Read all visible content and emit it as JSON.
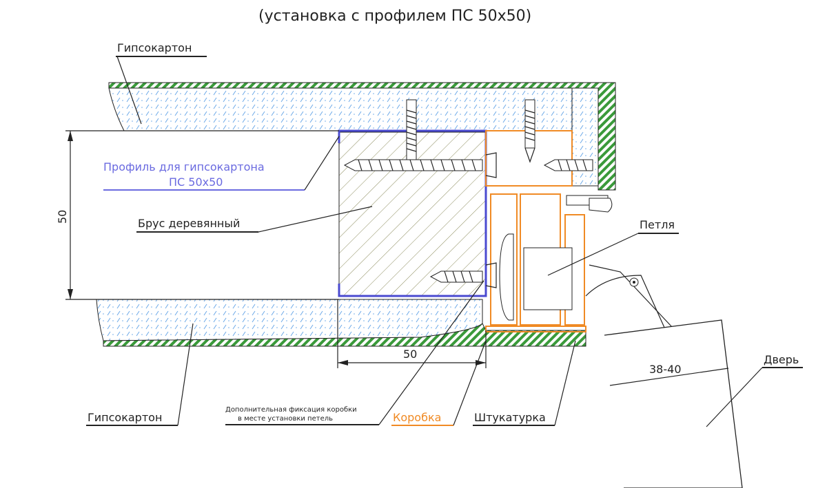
{
  "title": "(установка с профилем ПС 50х50)",
  "labels": {
    "drywall_top": "Гипсокартон",
    "profile_line1": "Профиль для гипсокартона",
    "profile_line2": "ПС 50х50",
    "beam": "Брус деревянный",
    "hinge": "Петля",
    "drywall_bottom": "Гипсокартон",
    "fixation_line1": "Дополнительная фиксация коробки",
    "fixation_line2": "в месте установки петель",
    "box": "Коробка",
    "plaster": "Штукатурка",
    "door": "Дверь"
  },
  "dimensions": {
    "height": "50",
    "width": "50",
    "door_thickness": "38-40"
  },
  "colors": {
    "drywall": "#5aa0e0",
    "plaster": "#3a9a3a",
    "profile": "#4a4ad0",
    "box": "#f08a24",
    "profile_label": "#6a6ae0"
  }
}
